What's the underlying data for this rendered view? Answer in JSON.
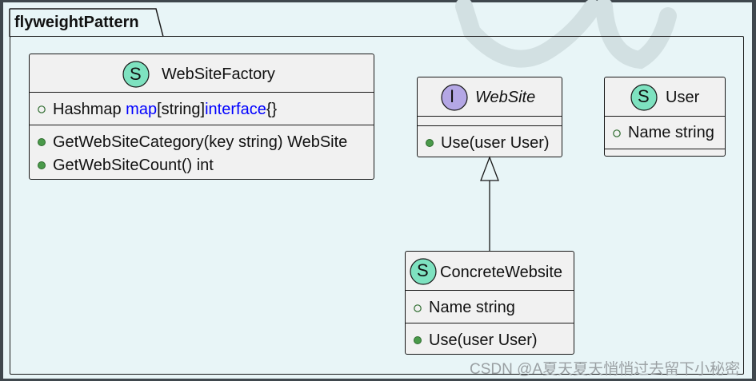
{
  "package": {
    "name": "flyweightPattern"
  },
  "classes": {
    "factory": {
      "stereotype": "S",
      "name": "WebSiteFactory",
      "fields": [
        {
          "type": "Hashmap",
          "name": "map",
          "rest1": "[string]",
          "kw": "interface",
          "rest2": "{}"
        }
      ],
      "methods": [
        "GetWebSiteCategory(key string) WebSite",
        "GetWebSiteCount() int"
      ]
    },
    "website": {
      "stereotype": "I",
      "name": "WebSite",
      "methods": [
        "Use(user User)"
      ]
    },
    "user": {
      "stereotype": "S",
      "name": "User",
      "fields": [
        "Name string"
      ]
    },
    "concrete": {
      "stereotype": "S",
      "name": "ConcreteWebsite",
      "fields": [
        "Name string"
      ],
      "methods": [
        "Use(user User)"
      ]
    }
  },
  "relations": [
    {
      "from": "ConcreteWebsite",
      "to": "WebSite",
      "type": "realization"
    }
  ],
  "colors": {
    "background": "#e8f5f7",
    "class_fill": "#f1f1f1",
    "struct_badge": "#7ee2c0",
    "interface_badge": "#b4a7e5",
    "keyword": "#0000ff",
    "public_method_dot": "#4a9a4a"
  },
  "watermark": {
    "text": "CSDN @A夏天夏天悄悄过去留下小秘密"
  }
}
